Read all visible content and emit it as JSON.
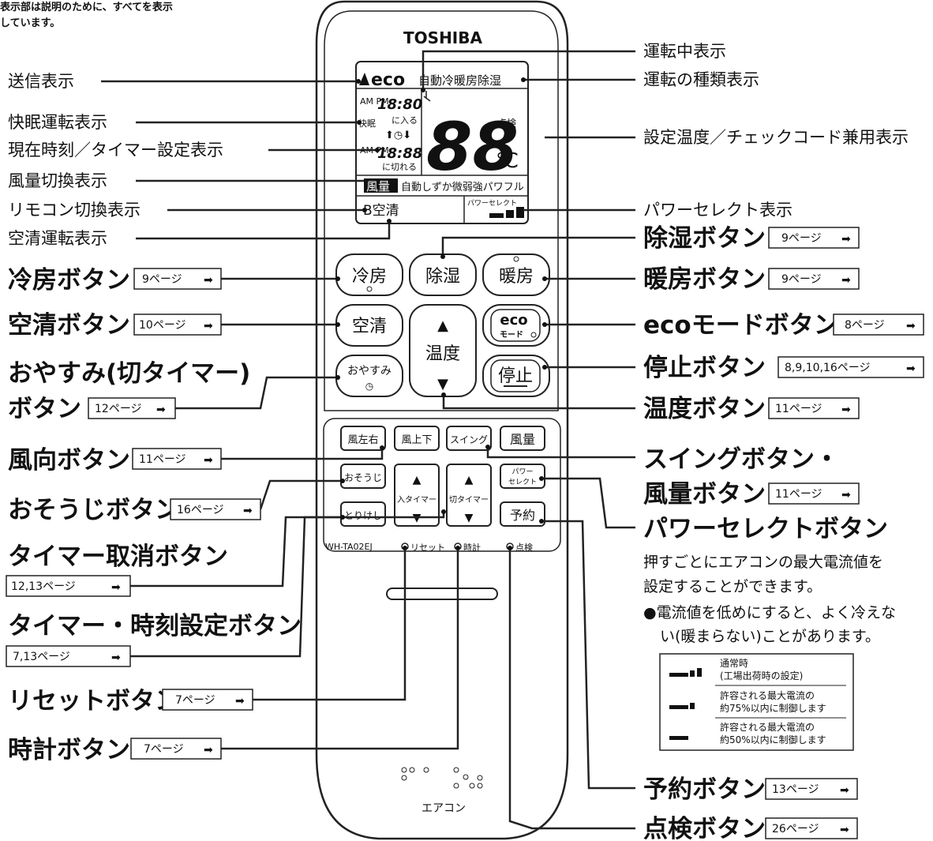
{
  "note": {
    "line1": "表示部は説明のために、すべてを表示",
    "line2": "しています。"
  },
  "remote": {
    "brand": "TOSHIBA",
    "model": "WH-TA02EJ",
    "bottom_label": "エアコン",
    "lcd": {
      "eco": "eco",
      "modes": "自動冷暖房除湿",
      "clock_top": "18:80",
      "ampm": "AM PM",
      "iru": "に入る",
      "kiru": "に切れる",
      "clock_bottom": "18:88",
      "kaimin": "快眠",
      "temp": "88",
      "tenken": "点検",
      "unit": "℃",
      "fan_tag": "風量",
      "fan_modes": "自動しずか微弱強パワフル",
      "b_kusei": "B空清",
      "power_select": "パワーセレクト"
    },
    "buttons": {
      "cool": "冷房",
      "dry": "除湿",
      "heat": "暖房",
      "air_clean": "空清",
      "temp_up": "▲",
      "temp": "温度",
      "temp_down": "▼",
      "eco": "eco",
      "eco_mode": "モード",
      "oyasumi": "おやすみ",
      "stop": "停止",
      "fan_lr": "風左右",
      "fan_ud": "風上下",
      "swing": "スイング",
      "fan_vol": "風量",
      "osouji": "おそうじ",
      "on_timer": "入タイマー",
      "off_timer": "切タイマー",
      "power_sel": "パワーセレクト",
      "torikeshi": "とりけし",
      "yoyaku": "予約",
      "up": "▲",
      "down": "▼",
      "reset": "リセット",
      "clock": "時計",
      "check": "点検"
    }
  },
  "labels_left": [
    {
      "text": "送信表示"
    },
    {
      "text": "快眠運転表示"
    },
    {
      "text": "現在時刻／タイマー設定表示"
    },
    {
      "text": "風量切換表示"
    },
    {
      "text": "リモコン切換表示"
    },
    {
      "text": "空清運転表示"
    },
    {
      "text": "冷房ボタン",
      "page": "9ページ"
    },
    {
      "text": "空清ボタン",
      "page": "10ページ"
    },
    {
      "text": "おやすみ(切タイマー)",
      "text2": "ボタン",
      "page": "12ページ"
    },
    {
      "text": "風向ボタン",
      "page": "11ページ"
    },
    {
      "text": "おそうじボタン",
      "page": "16ページ"
    },
    {
      "text": "タイマー取消ボタン",
      "page": "12,13ページ"
    },
    {
      "text": "タイマー・時刻設定ボタン",
      "page": "7,13ページ"
    },
    {
      "text": "リセットボタン",
      "page": "7ページ"
    },
    {
      "text": "時計ボタン",
      "page": "7ページ"
    }
  ],
  "labels_right": [
    {
      "text": "運転中表示"
    },
    {
      "text": "運転の種類表示"
    },
    {
      "text": "設定温度／チェックコード兼用表示"
    },
    {
      "text": "パワーセレクト表示"
    },
    {
      "text": "除湿ボタン",
      "page": "9ページ"
    },
    {
      "text": "暖房ボタン",
      "page": "9ページ"
    },
    {
      "text": "ecoモードボタン",
      "page": "8ページ"
    },
    {
      "text": "停止ボタン",
      "page": "8,9,10,16ページ"
    },
    {
      "text": "温度ボタン",
      "page": "11ページ"
    },
    {
      "text": "スイングボタン・",
      "text2": "風量ボタン",
      "page": "11ページ"
    },
    {
      "text": "パワーセレクトボタン"
    },
    {
      "text": "予約ボタン",
      "page": "13ページ"
    },
    {
      "text": "点検ボタン",
      "page": "26ページ"
    }
  ],
  "power_select_desc": {
    "line1": "押すごとにエアコンの最大電流値を",
    "line2": "設定することができます。",
    "bullet1": "●電流値を低めにすると、よく冷えな",
    "bullet2": "い(暖まらない)ことがあります。",
    "legend": [
      {
        "line1": "通常時",
        "line2": "(工場出荷時の設定)"
      },
      {
        "line1": "許容される最大電流の",
        "line2": "約75%以内に制御します"
      },
      {
        "line1": "許容される最大電流の",
        "line2": "約50%以内に制御します"
      }
    ]
  }
}
